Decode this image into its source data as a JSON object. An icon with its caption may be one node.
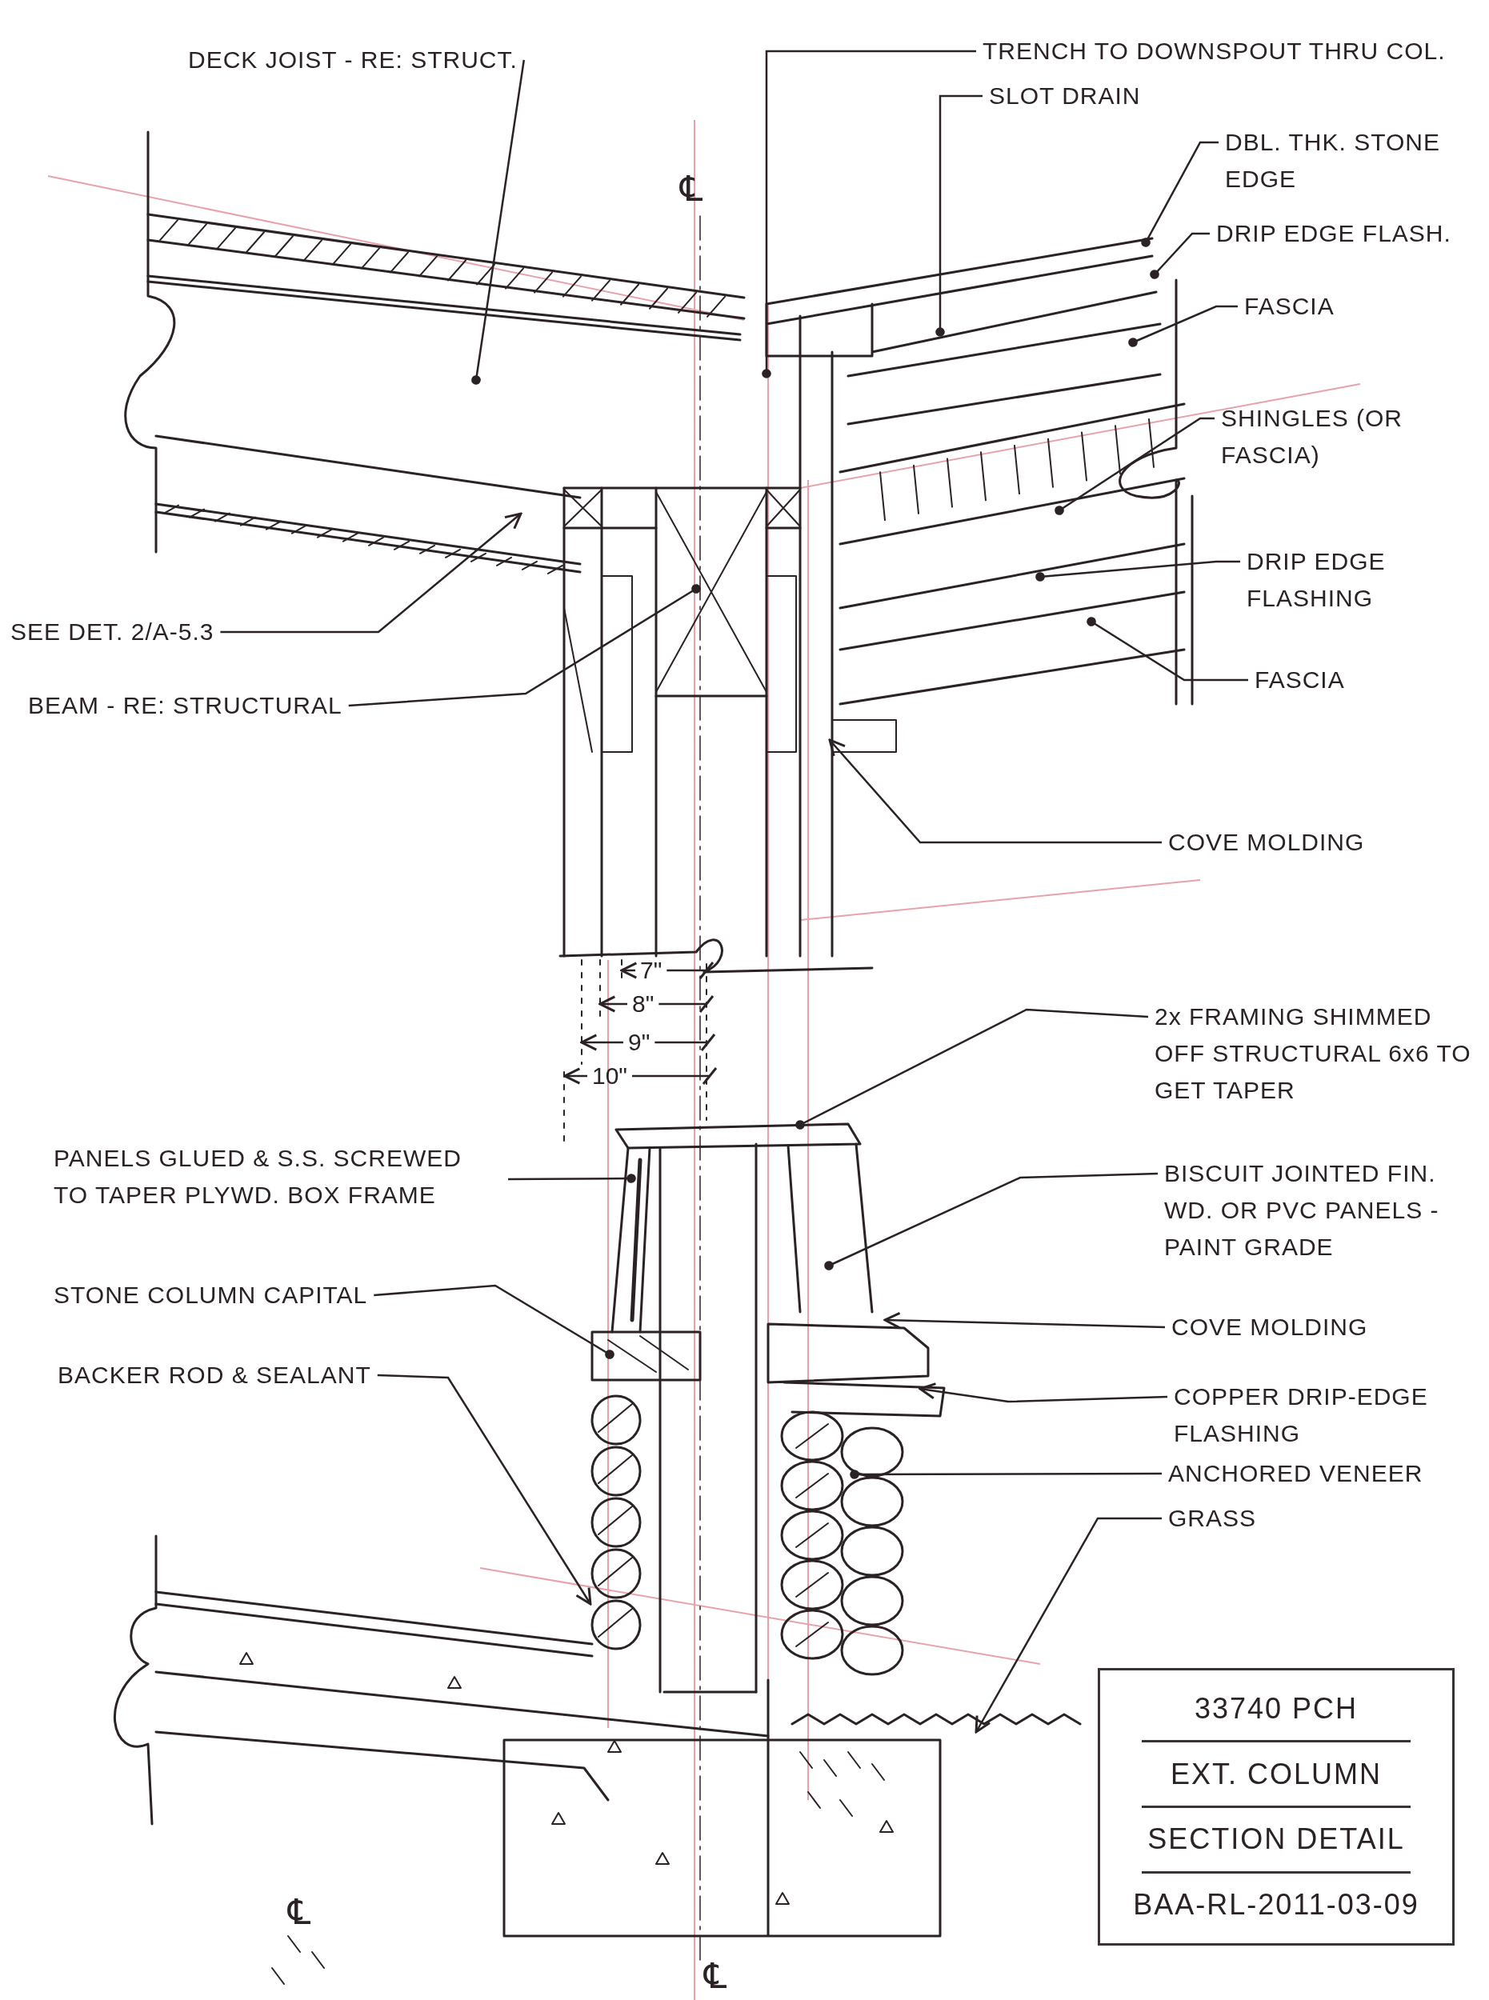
{
  "diagram": {
    "nodes": [
      {
        "text": [
          "DECK JOIST - RE: STRUCT."
        ]
      },
      {
        "text": [
          "TRENCH TO DOWNSPOUT THRU COL."
        ]
      },
      {
        "text": [
          "SLOT DRAIN"
        ]
      },
      {
        "text": [
          "DBL. THK. STONE EDGE"
        ]
      },
      {
        "text": [
          "DRIP EDGE FLASH."
        ]
      },
      {
        "text": [
          "FASCIA"
        ]
      },
      {
        "text": [
          "SHINGLES (OR FASCIA)"
        ]
      },
      {
        "text": [
          "DRIP EDGE FLASHING"
        ]
      },
      {
        "text": [
          "FASCIA"
        ]
      },
      {
        "text": [
          "SEE DET. 2/A-5.3"
        ]
      },
      {
        "text": [
          "BEAM - RE: STRUCTURAL"
        ]
      },
      {
        "text": [
          "COVE MOLDING"
        ]
      },
      {
        "text": [
          "2x FRAMING SHIMMED OFF STRUCTURAL 6x6 TO GET TAPER"
        ]
      },
      {
        "text": [
          "PANELS GLUED & S.S. SCREWED TO TAPER PLYWD. BOX FRAME"
        ]
      },
      {
        "text": [
          "STONE COLUMN CAPITAL"
        ]
      },
      {
        "text": [
          "BACKER ROD & SEALANT"
        ]
      },
      {
        "text": [
          "BISCUIT JOINTED FIN. WD. OR PVC PANELS - PAINT GRADE"
        ]
      },
      {
        "text": [
          "COVE MOLDING"
        ]
      },
      {
        "text": [
          "COPPER DRIP-EDGE FLASHING"
        ]
      },
      {
        "text": [
          "ANCHORED VENEER"
        ]
      },
      {
        "text": [
          "GRASS"
        ]
      },
      {
        "text": [
          "33740 PCH",
          "EXT. COLUMN",
          "SECTION DETAIL",
          "BAA-RL-2011-03-09"
        ]
      }
    ],
    "edges": [
      {
        "from": 0,
        "to": null,
        "arrow": "other"
      },
      {
        "from": 1,
        "to": null,
        "arrow": "other"
      },
      {
        "from": 2,
        "to": null,
        "arrow": "other"
      },
      {
        "from": 3,
        "to": null,
        "arrow": "other"
      },
      {
        "from": 4,
        "to": null,
        "arrow": "other"
      },
      {
        "from": 5,
        "to": null,
        "arrow": "other"
      },
      {
        "from": 6,
        "to": null,
        "arrow": "other"
      },
      {
        "from": 7,
        "to": null,
        "arrow": "other"
      },
      {
        "from": 8,
        "to": null,
        "arrow": "other"
      },
      {
        "from": 9,
        "to": null,
        "arrow": "to"
      },
      {
        "from": 10,
        "to": null,
        "arrow": "other"
      },
      {
        "from": 11,
        "to": null,
        "arrow": "to"
      },
      {
        "from": 12,
        "to": null,
        "arrow": "other"
      },
      {
        "from": 13,
        "to": null,
        "arrow": "other"
      },
      {
        "from": 14,
        "to": null,
        "arrow": "other"
      },
      {
        "from": 15,
        "to": null,
        "arrow": "to"
      },
      {
        "from": 16,
        "to": null,
        "arrow": "other"
      },
      {
        "from": 17,
        "to": null,
        "arrow": "to"
      },
      {
        "from": 18,
        "to": null,
        "arrow": "to"
      },
      {
        "from": 19,
        "to": null,
        "arrow": "other"
      },
      {
        "from": 20,
        "to": null,
        "arrow": "to"
      }
    ],
    "labels": [
      "℄",
      "7\"",
      "8\"",
      "9\"",
      "10\"",
      "℄",
      "℄"
    ]
  }
}
